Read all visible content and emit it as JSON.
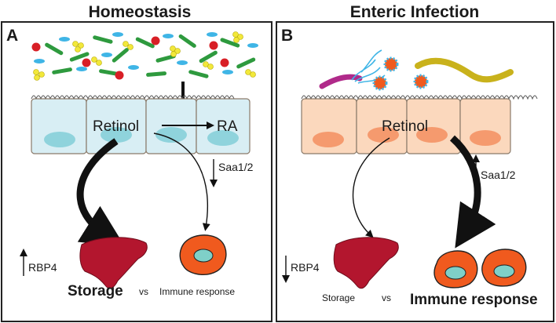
{
  "panel_a": {
    "title": "Homeostasis",
    "letter": "A",
    "retinol": "Retinol",
    "ra": "RA",
    "saa": "Saa1/2",
    "rbp4": "RBP4",
    "storage": "Storage",
    "vs": "vs",
    "immune": "Immune response"
  },
  "panel_b": {
    "title": "Enteric Infection",
    "letter": "B",
    "retinol": "Retinol",
    "saa": "Saa1/2",
    "rbp4": "RBP4",
    "storage": "Storage",
    "vs": "vs",
    "immune": "Immune response"
  },
  "colors": {
    "cell_a": "#d8eef4",
    "nucleus_a": "#8fd3dc",
    "cell_b": "#fbd8bd",
    "nucleus_b": "#f59a6e",
    "liver": "#b3162e",
    "immune_cell": "#f05a1e",
    "immune_nucleus": "#7fd0c8",
    "bacteria_green": "#2e9a3e",
    "bacteria_blue": "#3fb5e6",
    "bacteria_yellow": "#f2e83a",
    "bacteria_red": "#d81f26"
  }
}
